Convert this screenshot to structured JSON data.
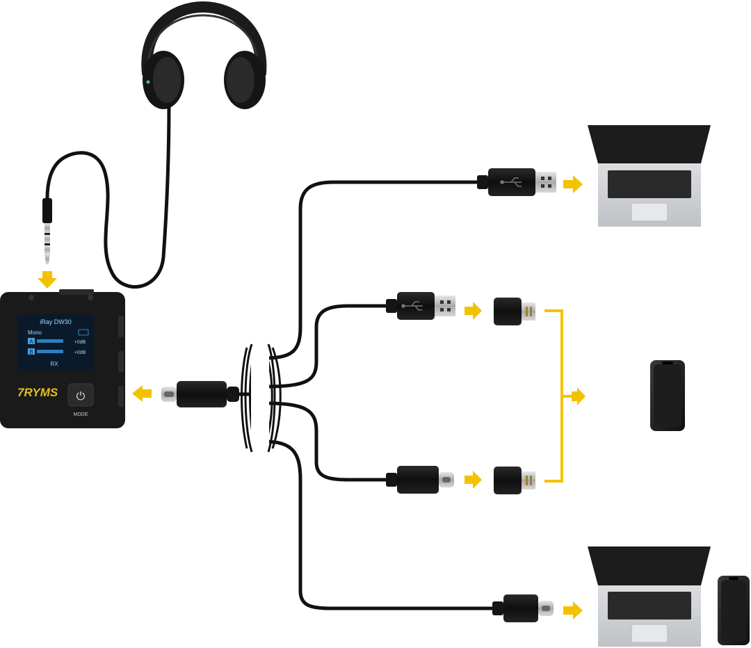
{
  "receiver": {
    "model": "iRay DW30",
    "channel_mode": "Mono",
    "channel_a_label": "A",
    "channel_b_label": "B",
    "channel_a_gain": "+0dB",
    "channel_b_gain": "+0dB",
    "unit_label": "RX",
    "brand": "7RYMS",
    "button_label": "MODE",
    "power_symbol": "⏻"
  },
  "colors": {
    "arrow": "#f2c200",
    "cable": "#111111",
    "device_body": "#1a1a1a",
    "screen": "#0b1a2a",
    "laptop_body": "#cfd1d4",
    "brand": "#e0c020"
  },
  "icons": {
    "usb_symbol": "usb-trident-icon",
    "lightning": "lightning-connector-icon"
  }
}
